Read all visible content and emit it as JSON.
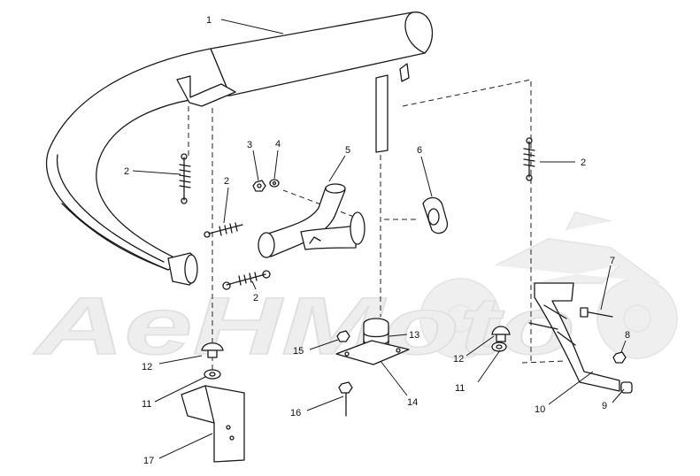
{
  "diagram": {
    "watermark": "AeHMoto",
    "callouts": [
      {
        "id": "c1",
        "label": "1"
      },
      {
        "id": "c2a",
        "label": "2"
      },
      {
        "id": "c2b",
        "label": "2"
      },
      {
        "id": "c2c",
        "label": "2"
      },
      {
        "id": "c2d",
        "label": "2"
      },
      {
        "id": "c3",
        "label": "3"
      },
      {
        "id": "c4",
        "label": "4"
      },
      {
        "id": "c5",
        "label": "5"
      },
      {
        "id": "c6",
        "label": "6"
      },
      {
        "id": "c7",
        "label": "7"
      },
      {
        "id": "c8",
        "label": "8"
      },
      {
        "id": "c9",
        "label": "9"
      },
      {
        "id": "c10",
        "label": "10"
      },
      {
        "id": "c11a",
        "label": "11"
      },
      {
        "id": "c11b",
        "label": "11"
      },
      {
        "id": "c12a",
        "label": "12"
      },
      {
        "id": "c12b",
        "label": "12"
      },
      {
        "id": "c13",
        "label": "13"
      },
      {
        "id": "c14",
        "label": "14"
      },
      {
        "id": "c15",
        "label": "15"
      },
      {
        "id": "c16",
        "label": "16"
      },
      {
        "id": "c17",
        "label": "17"
      }
    ]
  }
}
